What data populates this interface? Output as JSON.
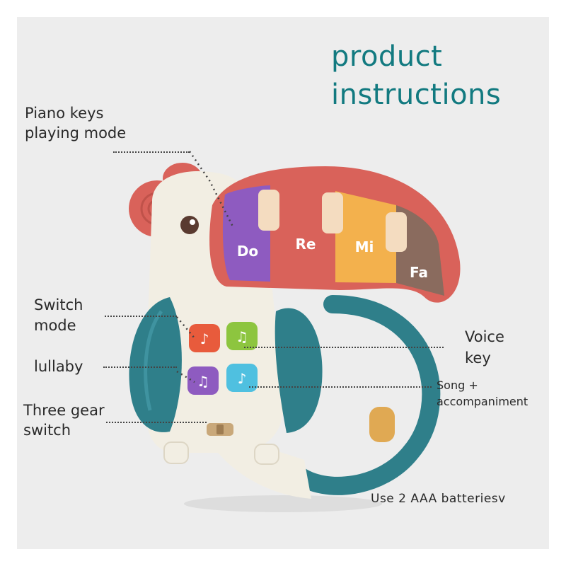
{
  "title": {
    "line1": "product",
    "line2": "instructions"
  },
  "callouts": {
    "piano_keys": {
      "line1": "Piano keys",
      "line2": "playing mode"
    },
    "switch_mode": {
      "line1": "Switch",
      "line2": "mode"
    },
    "lullaby": "lullaby",
    "three_gear": {
      "line1": "Three gear",
      "line2": "switch"
    },
    "voice_key": {
      "line1": "Voice",
      "line2": "key"
    },
    "song": {
      "line1": "Song +",
      "line2": "accompaniment"
    }
  },
  "piano_keys": [
    "Do",
    "Re",
    "Mi",
    "Fa"
  ],
  "battery_note": "Use 2 AAA batteriesv",
  "colors": {
    "title": "#127a80",
    "teal_body": "#2f7f8a",
    "red_beak": "#d9625a",
    "purple_key": "#8e5bc0",
    "yellow_key": "#f3b14d",
    "brown_key": "#8a6b5e",
    "cream": "#f2eee3"
  }
}
